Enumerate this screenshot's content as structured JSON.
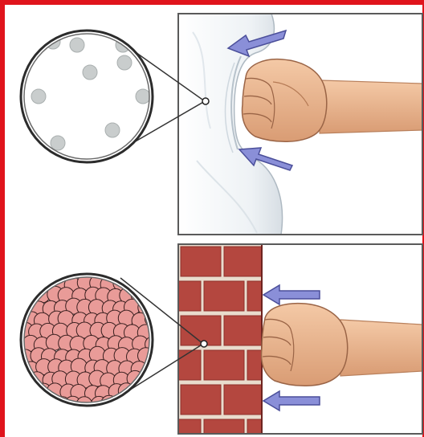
{
  "colors": {
    "frame": "#e0141c",
    "panel_border": "#5a5a5a",
    "pillow": "#e9eef2",
    "pillow_shadow": "#c9d2da",
    "gas_particle": "#c9cdcd",
    "brick": "#b4473f",
    "brick_dark": "#8e2f2a",
    "mortar": "#e9dccd",
    "solid_particle": "#e99b98",
    "arrow_fill": "#8a8fd8",
    "arrow_stroke": "#4b4f9a",
    "skin": "#f1c19b",
    "skin_shadow": "#c98e67"
  },
  "panels": [
    {
      "id": "gas",
      "pushes_into": "pillow",
      "arrows": 2,
      "zoom_view": "sparse-particles"
    },
    {
      "id": "solid",
      "pushes_into": "brick-wall",
      "arrows": 2,
      "zoom_view": "packed-particles"
    }
  ],
  "icons": [
    "fist-icon",
    "push-arrow-icon",
    "magnifier-circle-icon"
  ]
}
